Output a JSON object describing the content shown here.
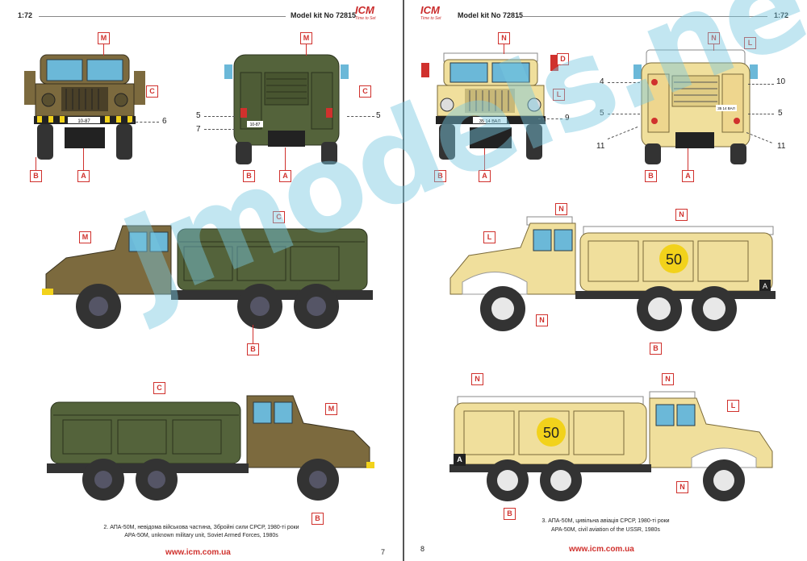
{
  "watermark": "Jmodels.net",
  "colors": {
    "military_cab": "#7c6a3e",
    "military_tank": "#54633b",
    "civil_yellow": "#f0df9c",
    "callout_red": "#d0312d",
    "tire": "#333333"
  },
  "left_page": {
    "scale": "1:72",
    "kit": "Model kit No 72815",
    "logo": "ICM",
    "logo_sub": "Time to Set",
    "callouts": {
      "front_m": "M",
      "front_c": "C",
      "front_b": "B",
      "front_a": "A",
      "rear_m": "M",
      "rear_c": "C",
      "rear_b": "B",
      "rear_a": "A",
      "side1_m": "M",
      "side1_c": "C",
      "side1_b": "B",
      "side2_c": "C",
      "side2_m": "M",
      "side2_b": "B"
    },
    "numbers": {
      "n6": "6",
      "n5a": "5",
      "n5b": "5",
      "n7": "7"
    },
    "plate_front": "10-87",
    "plate_rear": "10-87",
    "caption_ua": "2. АПА-50М, невідома військова частина, Збройні сили СРСР, 1980-ті роки",
    "caption_en": "APA-50M, unknown military unit, Soviet Armed Forces, 1980s",
    "url": "www.icm.com.ua",
    "page_number": "7"
  },
  "right_page": {
    "scale": "1:72",
    "kit": "Model kit No 72815",
    "logo": "ICM",
    "logo_sub": "Time to Set",
    "callouts": {
      "front_n": "N",
      "front_d": "D",
      "front_l": "L",
      "front_b": "B",
      "front_a": "A",
      "rear_n": "N",
      "rear_l": "L",
      "rear_b": "B",
      "rear_a": "A",
      "side1_n1": "N",
      "side1_n2": "N",
      "side1_l": "L",
      "side1_n3": "N",
      "side1_a": "A",
      "side1_b": "B",
      "side2_n1": "N",
      "side2_n2": "N",
      "side2_l": "L",
      "side2_a": "A",
      "side2_n3": "N",
      "side2_b": "B"
    },
    "numbers": {
      "n9": "9",
      "n4": "4",
      "n10": "10",
      "n5a": "5",
      "n5b": "5",
      "n11a": "11",
      "n11b": "11"
    },
    "plate_front": "35 14 ВАЛ",
    "plate_rear": "35 14 ВАЛ",
    "board_number": "50",
    "caption_ua": "3. АПА-50М, цивільна авіація СРСР, 1980-ті роки",
    "caption_en": "APA-50M, civil aviation of the USSR, 1980s",
    "url": "www.icm.com.ua",
    "page_number": "8"
  }
}
